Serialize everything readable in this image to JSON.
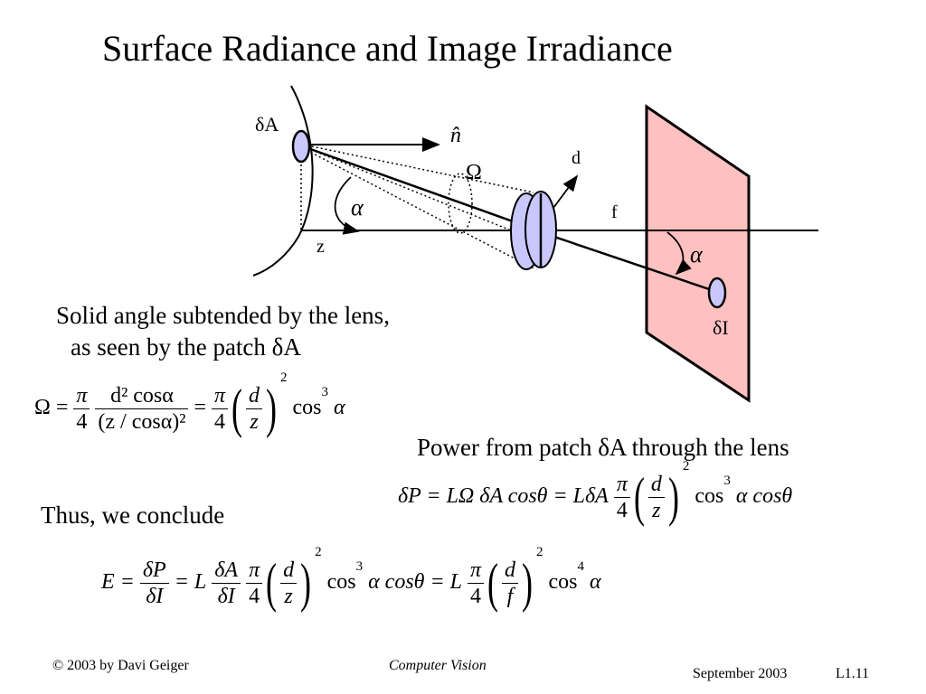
{
  "title": "Surface Radiance and Image Irradiance",
  "diagram": {
    "label_patch": "δA",
    "label_normal": "n̂",
    "label_omega": "Ω",
    "label_d": "d",
    "label_alpha_left": "α",
    "label_z": "z",
    "label_f": "f",
    "label_alpha_right": "α",
    "label_image": "δI",
    "colors": {
      "patch_fill": "#c8c8ff",
      "lens_fill": "#c8c8ff",
      "plane_fill": "#ffc0c0"
    }
  },
  "text_solid_angle_line1": "Solid angle subtended by the lens,",
  "text_solid_angle_line2": "as seen by the patch δA",
  "text_power": "Power from patch δA through the lens",
  "text_thus": "Thus, we conclude",
  "eq1": {
    "lhs": "Ω =",
    "pi": "π",
    "four": "4",
    "num": "d² cosα",
    "den": "(z / cosα)²",
    "eq": "=",
    "d": "d",
    "z": "z",
    "sq": "2",
    "cos": "cos",
    "cube": "3",
    "alpha": "α"
  },
  "eq2": {
    "lhs": "δP = LΩ  δA cosθ = LδA",
    "pi": "π",
    "four": "4",
    "d": "d",
    "z": "z",
    "sq": "2",
    "cos": "cos",
    "cube": "3",
    "tail": "α cosθ"
  },
  "eq3": {
    "lhs": "E =",
    "dP": "δP",
    "dI": "δI",
    "eqL": "= L",
    "dA": "δA",
    "dI2": "δI",
    "pi": "π",
    "four": "4",
    "d": "d",
    "z": "z",
    "sq": "2",
    "cos": "cos",
    "cube": "3",
    "mid": "α cosθ = L",
    "pi2": "π",
    "four2": "4",
    "d2": "d",
    "f": "f",
    "sq2": "2",
    "cos2": "cos",
    "fourth": "4",
    "alpha": "α"
  },
  "footer": {
    "left": "© 2003 by Davi Geiger",
    "center": "Computer Vision",
    "date": "September 2003",
    "slide": "L1.11"
  }
}
